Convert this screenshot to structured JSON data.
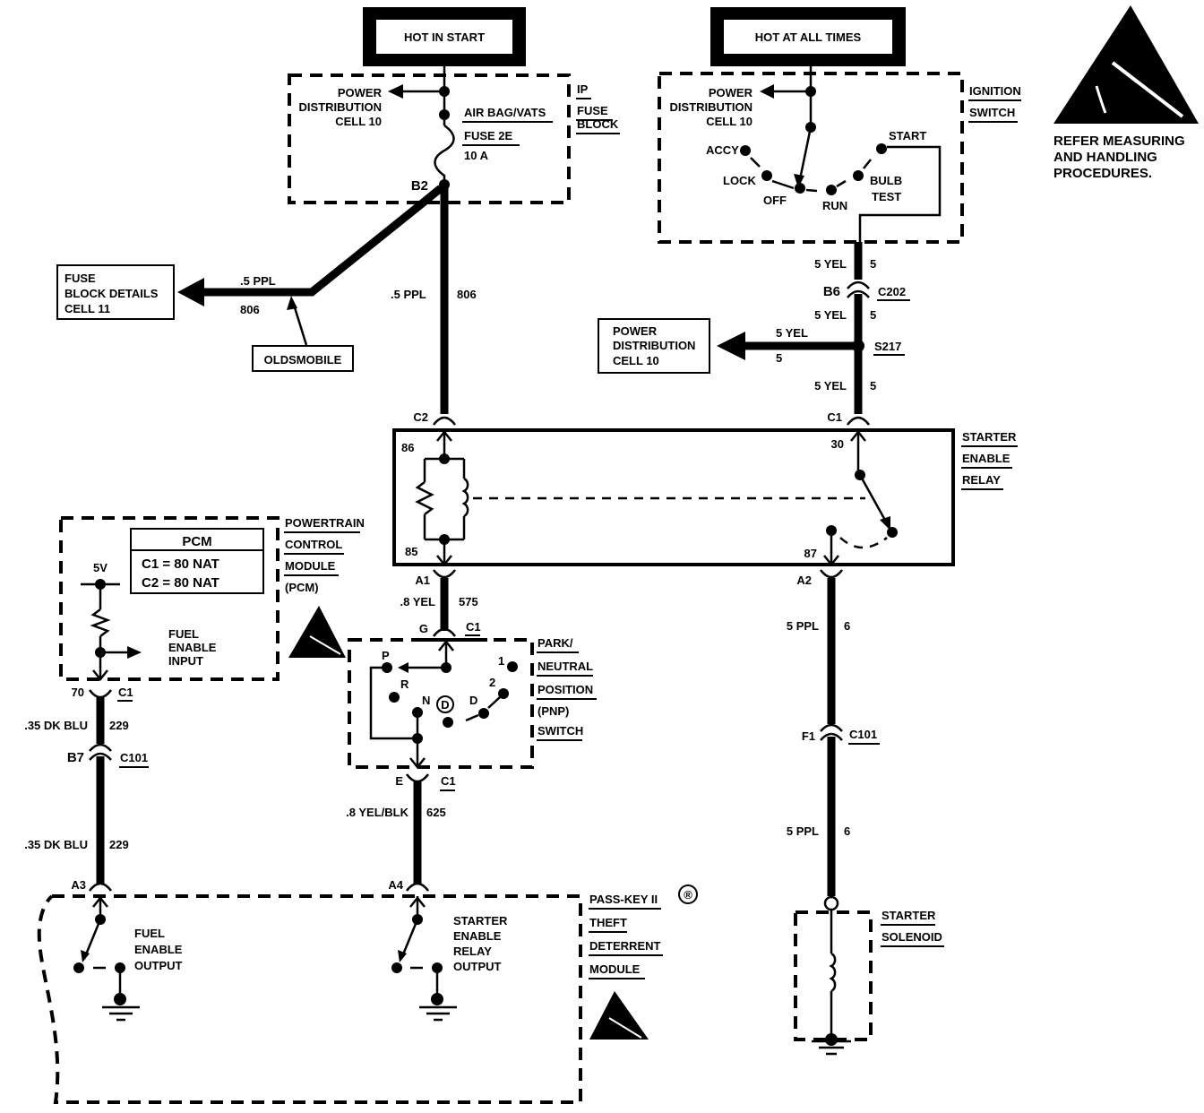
{
  "power_labels": {
    "hot_in_start": "HOT IN START",
    "hot_at_all_times": "HOT AT ALL TIMES"
  },
  "esd_note": {
    "line1": "REFER MEASURING",
    "line2": "AND HANDLING",
    "line3": "PROCEDURES."
  },
  "ip_fuse_block": {
    "name": [
      "IP",
      "FUSE",
      "BLOCK"
    ],
    "power_dist": [
      "POWER",
      "DISTRIBUTION",
      "CELL 10"
    ],
    "fuse_name": "AIR BAG/VATS",
    "fuse_id": "FUSE 2E",
    "fuse_rating": "10 A",
    "terminal": "B2"
  },
  "ignition_switch": {
    "name": [
      "IGNITION",
      "SWITCH"
    ],
    "power_dist": [
      "POWER",
      "DISTRIBUTION",
      "CELL 10"
    ],
    "positions": {
      "accy": "ACCY",
      "lock": "LOCK",
      "off": "OFF",
      "run": "RUN",
      "bulb_test": [
        "BULB",
        "TEST"
      ],
      "start": "START"
    }
  },
  "fuse_block_details": {
    "box": [
      "FUSE",
      "BLOCK DETAILS",
      "CELL 11"
    ],
    "wire_color": ".5 PPL",
    "circuit": "806",
    "callout": "OLDSMOBILE"
  },
  "wire_806": {
    "color": ".5 PPL",
    "circuit": "806"
  },
  "yel_feed": {
    "seg1": {
      "color": "5 YEL",
      "circuit": "5"
    },
    "connector": {
      "pin": "B6",
      "name": "C202"
    },
    "seg2": {
      "color": "5 YEL",
      "circuit": "5"
    },
    "splice": "S217",
    "branch": {
      "color": "5 YEL",
      "circuit": "5"
    },
    "branch_box": [
      "POWER",
      "DISTRIBUTION",
      "CELL 10"
    ],
    "seg3": {
      "color": "5 YEL",
      "circuit": "5"
    }
  },
  "starter_enable_relay": {
    "name": [
      "STARTER",
      "ENABLE",
      "RELAY"
    ],
    "conn_c2": "C2",
    "conn_c1": "C1",
    "pin_86": "86",
    "pin_85": "85",
    "pin_30": "30",
    "pin_87": "87",
    "pin_a1": "A1",
    "pin_a2": "A2"
  },
  "wire_575": {
    "color": ".8 YEL",
    "circuit": "575"
  },
  "pnp_switch": {
    "name": [
      "PARK/",
      "NEUTRAL",
      "POSITION",
      "(PNP)",
      "SWITCH"
    ],
    "pin_top": "G",
    "conn_top": "C1",
    "pin_bottom": "E",
    "conn_bottom": "C1",
    "positions": {
      "p": "P",
      "r": "R",
      "n": "N",
      "d_circled": "D",
      "d": "D",
      "two": "2",
      "one": "1"
    }
  },
  "wire_625": {
    "color": ".8 YEL/BLK",
    "circuit": "625"
  },
  "pcm": {
    "name": [
      "POWERTRAIN",
      "CONTROL",
      "MODULE",
      "(PCM)"
    ],
    "table_title": "PCM",
    "table_rows": [
      "C1 = 80 NAT",
      "C2 = 80 NAT"
    ],
    "voltage": "5V",
    "input_label": [
      "FUEL",
      "ENABLE",
      "INPUT"
    ],
    "pin": "70",
    "conn": "C1"
  },
  "wire_229": {
    "upper": {
      "color": ".35 DK BLU",
      "circuit": "229"
    },
    "connector": {
      "pin": "B7",
      "name": "C101"
    },
    "lower": {
      "color": ".35 DK BLU",
      "circuit": "229"
    }
  },
  "passkey_module": {
    "name": [
      "PASS-KEY II",
      "THEFT",
      "DETERRENT",
      "MODULE"
    ],
    "registered": "®",
    "pin_a3": "A3",
    "pin_a4": "A4",
    "fuel_output": [
      "FUEL",
      "ENABLE",
      "OUTPUT"
    ],
    "starter_output": [
      "STARTER",
      "ENABLE",
      "RELAY",
      "OUTPUT"
    ]
  },
  "wire_6": {
    "upper": {
      "color": "5 PPL",
      "circuit": "6"
    },
    "connector": {
      "pin": "F1",
      "name": "C101"
    },
    "lower": {
      "color": "5 PPL",
      "circuit": "6"
    }
  },
  "starter_solenoid": {
    "name": [
      "STARTER",
      "SOLENOID"
    ]
  }
}
